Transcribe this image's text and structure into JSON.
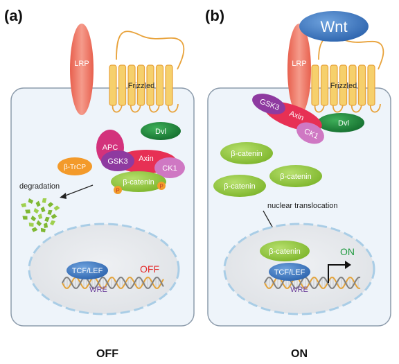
{
  "panels": {
    "a": {
      "letter": "(a)",
      "caption": "OFF",
      "lrp": "LRP",
      "frizzled": "Frizzled",
      "dvl": "Dvl",
      "apc": "APC",
      "gsk3": "GSK3",
      "axin": "Axin",
      "ck1": "CK1",
      "beta_catenin": "β-catenin",
      "phospho": "P",
      "btrcp": "β-TrCP",
      "degradation": "degradation",
      "tcf_lef": "TCF/LEF",
      "wre": "WRE",
      "status": "OFF"
    },
    "b": {
      "letter": "(b)",
      "caption": "ON",
      "wnt": "Wnt",
      "lrp": "LRP",
      "frizzled": "Frizzled",
      "gsk3": "GSK3",
      "axin": "Axin",
      "dvl": "Dvl",
      "ck1": "CK1",
      "beta_catenin": "β-catenin",
      "nuclear_translocation": "nuclear translocation",
      "tcf_lef": "TCF/LEF",
      "wre": "WRE",
      "status": "ON"
    }
  },
  "colors": {
    "cell_fill": "#eef4fa",
    "cell_stroke": "#8c9bab",
    "nucleus_fill": "#e7e9ec",
    "nucleus_stroke": "#a9cde6",
    "lrp": "#ef7d6c",
    "frizzled": "#f6d06c",
    "frizzled_loop": "#e8a23a",
    "dvl": "#1d8a3d",
    "apc": "#d3327c",
    "gsk3": "#8e3aa0",
    "axin": "#e73054",
    "ck1": "#cf78c3",
    "beta_catenin": "#8cc43a",
    "phospho": "#f29c2b",
    "btrcp": "#f39a2a",
    "fragments": "#8cc43a",
    "tcf_lef": "#3b78bd",
    "wnt": "#3e7bc4",
    "off_text": "#e32b2b",
    "on_text": "#1f9a3f"
  }
}
